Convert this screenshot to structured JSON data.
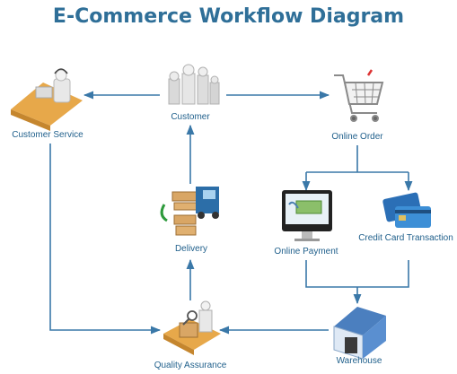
{
  "title": "E-Commerce Workflow Diagram",
  "nodes": {
    "customer_service": "Customer Service",
    "customer": "Customer",
    "online_order": "Online Order",
    "online_payment": "Online Payment",
    "credit_card": "Credit Card Transaction",
    "delivery": "Delivery",
    "quality_assurance": "Quality Assurance",
    "warehouse": "Warehouse"
  },
  "colors": {
    "title": "#2f6f98",
    "label": "#1f5f8b",
    "connector": "#3a78a8"
  },
  "icons": {
    "customer_service": "agent-at-desk-icon",
    "customer": "people-group-icon",
    "online_order": "shopping-cart-icon",
    "online_payment": "monitor-payment-icon",
    "credit_card": "credit-cards-icon",
    "delivery": "delivery-truck-icon",
    "quality_assurance": "inspector-box-icon",
    "warehouse": "warehouse-icon"
  }
}
